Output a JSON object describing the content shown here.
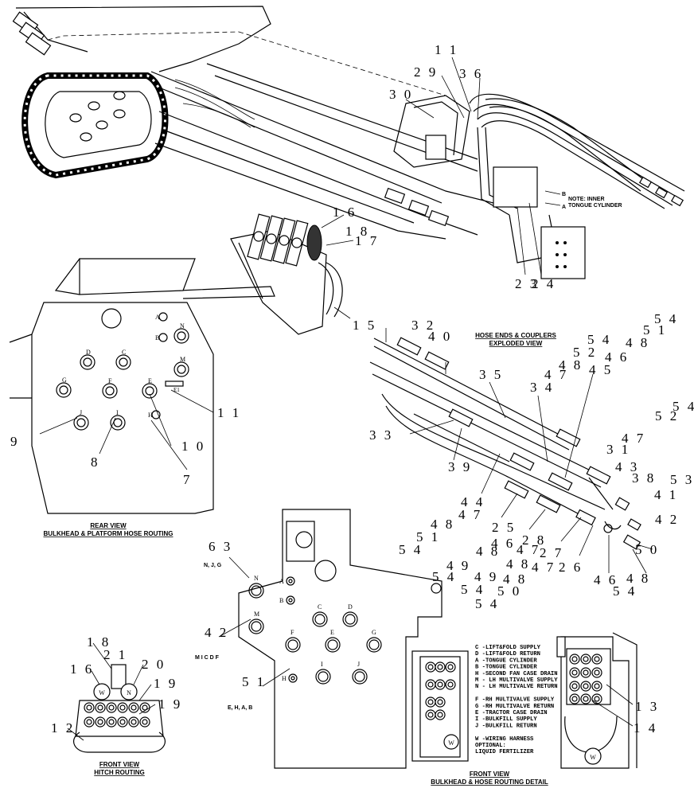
{
  "notes": {
    "inner_cylinder_b": "B",
    "inner_cylinder_a": "A",
    "inner_cylinder_text1": "NOTE: INNER",
    "inner_cylinder_text2": "TONGUE CYLINDER"
  },
  "captions": {
    "rear_view_1": "REAR VIEW",
    "rear_view_2": "BULKHEAD & PLATFORM HOSE ROUTING",
    "hose_ends_1": "HOSE ENDS & COUPLERS",
    "hose_ends_2": "EXPLODED VIEW",
    "front_hitch_1": "FRONT VIEW",
    "front_hitch_2": "HITCH ROUTING",
    "front_bulk_1": "FRONT VIEW",
    "front_bulk_2": "BULKHEAD & HOSE ROUTING DETAIL"
  },
  "legend": [
    "C -LIFT&FOLD SUPPLY",
    "D -LIFT&FOLD RETURN",
    "A -TONGUE CYLINDER",
    "B -TONGUE CYLINDER",
    "H -SECOND FAN CASE DRAIN",
    "M - LH MULTIVALVE SUPPLY",
    "N - LH MULTIVALVE RETURN",
    "",
    "F -RH MULTIVALVE SUPPLY",
    "G -RH MULTIVALVE RETURN",
    "E -TRACTOR CASE DRAIN",
    "I -BULKFILL SUPPLY",
    "J -BULKFILL RETURN",
    "",
    "W -WIRING HARNESS",
    "   OPTIONAL:",
    "   LIQUID FERTILIZER"
  ],
  "rear_port_letters": [
    "A",
    "N",
    "B",
    "D",
    "C",
    "M",
    "G",
    "F",
    "E",
    "E1",
    "J",
    "I",
    "H"
  ],
  "front_port_letters": [
    "A",
    "B",
    "N",
    "C",
    "D",
    "M",
    "F",
    "E",
    "G",
    "H",
    "I",
    "J"
  ],
  "side_labels": {
    "nj6": "N, J, G",
    "micdf": "M I C D F",
    "ehab": "E, H, A, B"
  },
  "callouts": [
    {
      "id": "c11a",
      "text": "1 1"
    },
    {
      "id": "c29",
      "text": "2 9"
    },
    {
      "id": "c36",
      "text": "3 6"
    },
    {
      "id": "c30",
      "text": "3 0"
    },
    {
      "id": "c16a",
      "text": "1 6"
    },
    {
      "id": "c18a",
      "text": "1 8"
    },
    {
      "id": "c17",
      "text": "1 7"
    },
    {
      "id": "c15",
      "text": "1 5"
    },
    {
      "id": "c23",
      "text": "2 3"
    },
    {
      "id": "c24",
      "text": "2 4"
    },
    {
      "id": "c11b",
      "text": "1 1"
    },
    {
      "id": "c9",
      "text": "9"
    },
    {
      "id": "c8",
      "text": "8"
    },
    {
      "id": "c10",
      "text": "1 0"
    },
    {
      "id": "c7",
      "text": "7"
    },
    {
      "id": "c32",
      "text": "3 2"
    },
    {
      "id": "c40",
      "text": "4 0"
    },
    {
      "id": "c54a",
      "text": "5 4"
    },
    {
      "id": "c51a",
      "text": "5 1"
    },
    {
      "id": "c54b",
      "text": "5 4"
    },
    {
      "id": "c48a",
      "text": "4 8"
    },
    {
      "id": "c52a",
      "text": "5 2"
    },
    {
      "id": "c46a",
      "text": "4 6"
    },
    {
      "id": "c48b",
      "text": "4 8"
    },
    {
      "id": "c45",
      "text": "4 5"
    },
    {
      "id": "c47a",
      "text": "4 7"
    },
    {
      "id": "c35",
      "text": "3 5"
    },
    {
      "id": "c34",
      "text": "3 4"
    },
    {
      "id": "c54c",
      "text": "5 4"
    },
    {
      "id": "c52b",
      "text": "5 2"
    },
    {
      "id": "c47b",
      "text": "4 7"
    },
    {
      "id": "c31",
      "text": "3 1"
    },
    {
      "id": "c33",
      "text": "3 3"
    },
    {
      "id": "c39",
      "text": "3 9"
    },
    {
      "id": "c43",
      "text": "4 3"
    },
    {
      "id": "c38",
      "text": "3 8"
    },
    {
      "id": "c53",
      "text": "5 3"
    },
    {
      "id": "c41",
      "text": "4 1"
    },
    {
      "id": "c42",
      "text": "4 2"
    },
    {
      "id": "c44",
      "text": "4 4"
    },
    {
      "id": "c47c",
      "text": "4 7"
    },
    {
      "id": "c48c",
      "text": "4 8"
    },
    {
      "id": "c25",
      "text": "2 5"
    },
    {
      "id": "c28",
      "text": "2 8"
    },
    {
      "id": "c51b",
      "text": "5 1"
    },
    {
      "id": "c46b",
      "text": "4 6"
    },
    {
      "id": "c47d",
      "text": "4 7"
    },
    {
      "id": "c27",
      "text": "2 7"
    },
    {
      "id": "c54d",
      "text": "5 4"
    },
    {
      "id": "c48d",
      "text": "4 8"
    },
    {
      "id": "c49a",
      "text": "4 9"
    },
    {
      "id": "c48e",
      "text": "4 8"
    },
    {
      "id": "c47e",
      "text": "4 7"
    },
    {
      "id": "c26",
      "text": "2 6"
    },
    {
      "id": "c50a",
      "text": "5 0"
    },
    {
      "id": "c54e",
      "text": "5 4"
    },
    {
      "id": "c49b",
      "text": "4 9"
    },
    {
      "id": "c48f",
      "text": "4 8"
    },
    {
      "id": "c54f",
      "text": "5 4"
    },
    {
      "id": "c50b",
      "text": "5 0"
    },
    {
      "id": "c54g",
      "text": "5 4"
    },
    {
      "id": "c46c",
      "text": "4 6"
    },
    {
      "id": "c54h",
      "text": "5 4"
    },
    {
      "id": "c48g",
      "text": "4 8"
    },
    {
      "id": "c63",
      "text": "6 3"
    },
    {
      "id": "c42b",
      "text": "4 2"
    },
    {
      "id": "c51c",
      "text": "5 1"
    },
    {
      "id": "c18b",
      "text": "1 8"
    },
    {
      "id": "c21",
      "text": "2 1"
    },
    {
      "id": "c16b",
      "text": "1 6"
    },
    {
      "id": "c20",
      "text": "2 0"
    },
    {
      "id": "c19a",
      "text": "1 9"
    },
    {
      "id": "c19b",
      "text": "1 9"
    },
    {
      "id": "c12",
      "text": "1 2"
    },
    {
      "id": "c13",
      "text": "1 3"
    },
    {
      "id": "c14",
      "text": "1 4"
    }
  ]
}
